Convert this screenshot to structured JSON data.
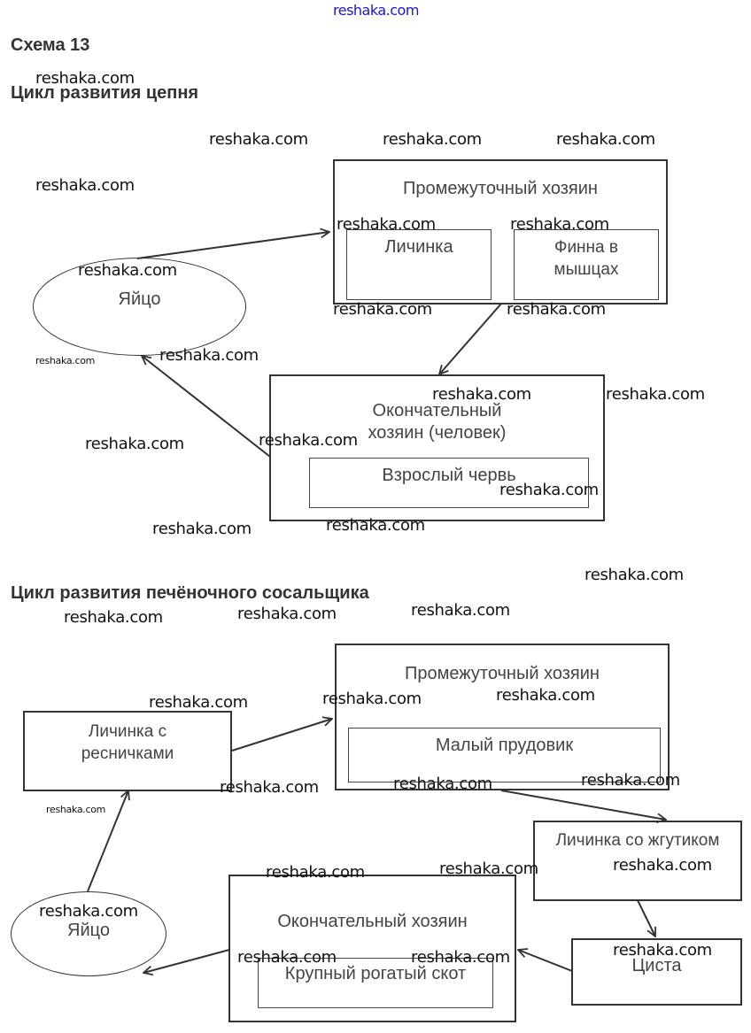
{
  "header": {
    "site_link": "reshaka.com",
    "scheme_title": "Схема 13"
  },
  "diagram1": {
    "title": "Цикл развития цепня",
    "egg": "Яйцо",
    "intermediate_host": {
      "title": "Промежуточный хозяин",
      "stages": [
        "Личинка",
        "Финна в мышцах"
      ]
    },
    "definitive_host": {
      "title": "Окончательный хозяин (человек)",
      "stage": "Взрослый червь"
    }
  },
  "diagram2": {
    "title": "Цикл развития печёночного сосальщика",
    "ciliated_larva": "Личинка с ресничками",
    "intermediate_host": {
      "title": "Промежуточный хозяин",
      "stage": "Малый прудовик"
    },
    "flagellated_larva": "Личинка со жгутиком",
    "cyst": "Циста",
    "definitive_host": {
      "title": "Окончательный хозяин",
      "stage": "Крупный рогатый скот"
    },
    "egg": "Яйцо"
  },
  "watermark": "reshaka.com"
}
